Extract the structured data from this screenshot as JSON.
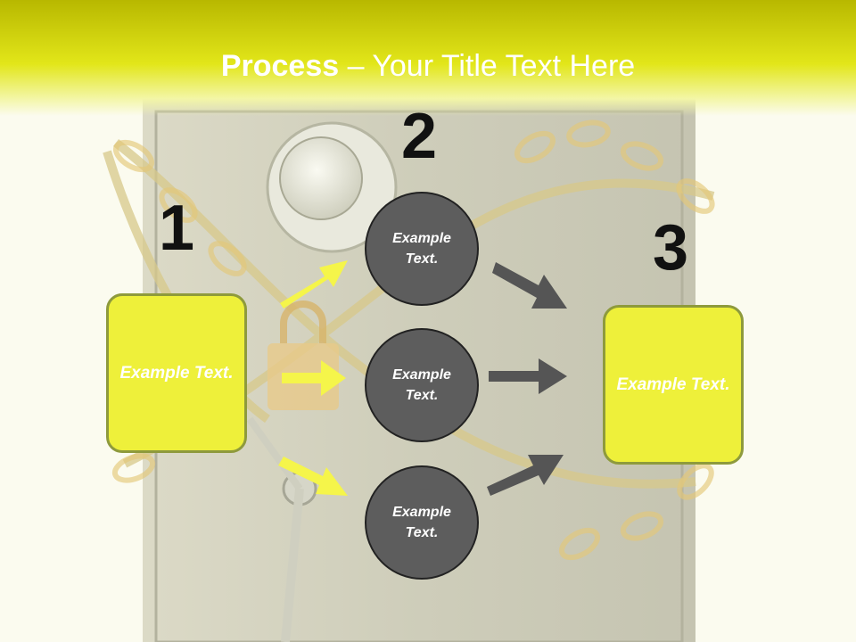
{
  "title": {
    "bold": "Process",
    "rest": " – Your Title Text Here"
  },
  "steps": {
    "one": {
      "number": "1",
      "box_text": "Example Text."
    },
    "two": {
      "number": "2",
      "circles": [
        "Example Text.",
        "Example Text.",
        "Example Text."
      ]
    },
    "three": {
      "number": "3",
      "box_text": "Example Text."
    }
  },
  "colors": {
    "accent": "#eef03a",
    "circle": "#5d5d5d",
    "arrow_yellow": "#f5f54a",
    "arrow_gray": "#555555"
  }
}
